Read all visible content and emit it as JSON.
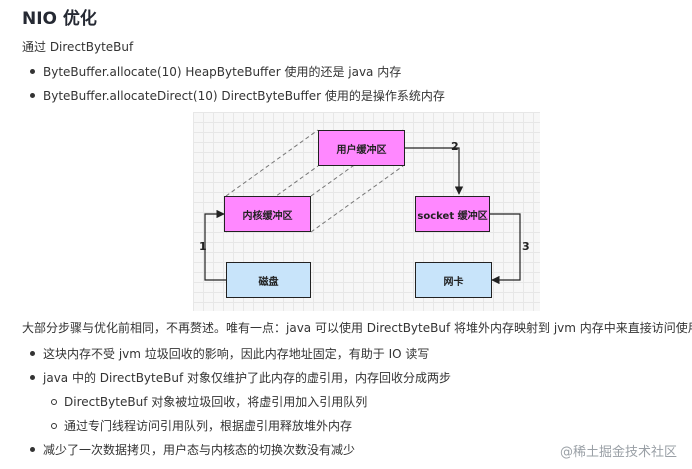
{
  "title": "NIO 优化",
  "intro": "通过 DirectByteBuf",
  "list1": [
    "ByteBuffer.allocate(10)  HeapByteBuffer 使用的还是 java 内存",
    "ByteBuffer.allocateDirect(10)  DirectByteBuffer 使用的是操作系统内存"
  ],
  "diagram": {
    "user_buffer": "用户缓冲区",
    "kernel_buffer": "内核缓冲区",
    "socket_buffer": "socket 缓冲区",
    "disk": "磁盘",
    "nic": "网卡",
    "step1": "1",
    "step2": "2",
    "step3": "3",
    "colors": {
      "buffer": "#ff88ff",
      "device": "#c8e4fa"
    }
  },
  "para2": "大部分步骤与优化前相同，不再赘述。唯有一点：java 可以使用 DirectByteBuf 将堆外内存映射到 jvm 内存中来直接访问使用",
  "list2": [
    "这块内存不受 jvm 垃圾回收的影响，因此内存地址固定，有助于 IO 读写",
    "java 中的 DirectByteBuf 对象仅维护了此内存的虚引用，内存回收分成两步"
  ],
  "sublist": [
    "DirectByteBuf 对象被垃圾回收，将虚引用加入引用队列",
    "通过专门线程访问引用队列，根据虚引用释放堆外内存"
  ],
  "list3": [
    "减少了一次数据拷贝，用户态与内核态的切换次数没有减少"
  ],
  "watermark": "@稀土掘金技术社区"
}
